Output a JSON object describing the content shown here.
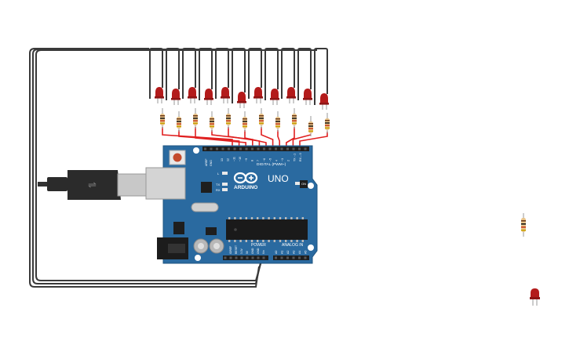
{
  "board": {
    "logo_text": "ARDUINO",
    "model": "UNO",
    "digital_header": "DIGITAL (PWM~)",
    "power_header": "POWER",
    "analog_header": "ANALOG IN",
    "on_label": "ON",
    "l_label": "L",
    "tx_label": "TX",
    "rx_label": "RX",
    "aref_label": "AREF",
    "gnd_label": "GND",
    "digital_pins": [
      "13",
      "12",
      "~11",
      "~10",
      "~9",
      "8",
      "7",
      "~6",
      "~5",
      "4",
      "~3",
      "2",
      "TX→1",
      "RX←0"
    ],
    "power_pins": [
      "IOREF",
      "RESET",
      "3.3V",
      "5V",
      "GND",
      "GND",
      "Vin"
    ],
    "analog_pins": [
      "A0",
      "A1",
      "A2",
      "A3",
      "A4",
      "A5"
    ]
  },
  "components": {
    "led_count": 11,
    "resistor_count": 11,
    "led_color": "#b31b1b",
    "spare_resistor": "resistor",
    "spare_led": "led"
  },
  "colors": {
    "board_blue": "#2a6aa0",
    "wire_red": "#e02020",
    "wire_black": "#333333",
    "usb_black": "#2b2b2b"
  }
}
